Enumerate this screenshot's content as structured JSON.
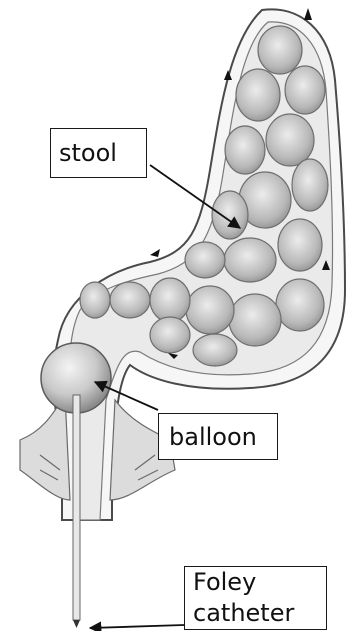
{
  "labels": {
    "stool": "stool",
    "balloon": "balloon",
    "foley_line1": "Foley",
    "foley_line2": "catheter"
  },
  "colors": {
    "ink": "#1a1a1a",
    "shade": "#bdbdbd",
    "background": "#ffffff"
  }
}
